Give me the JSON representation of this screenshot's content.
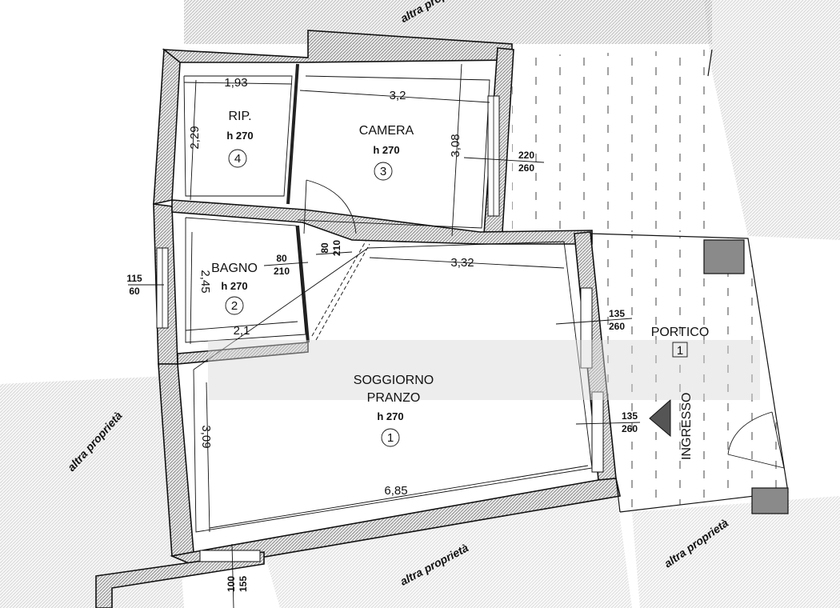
{
  "rooms": [
    {
      "name": "RIP.",
      "height": "h 270",
      "number": "4"
    },
    {
      "name": "CAMERA",
      "height": "h 270",
      "number": "3"
    },
    {
      "name": "BAGNO",
      "height": "h 270",
      "number": "2"
    },
    {
      "name_line1": "SOGGIORNO",
      "name_line2": "PRANZO",
      "height": "h 270",
      "number": "1"
    },
    {
      "name": "PORTICO",
      "number": "1"
    }
  ],
  "entrance_label": "INGRESSO",
  "dimensions": {
    "rip_width": "1,93",
    "rip_depth": "2,29",
    "camera_width": "3,2",
    "camera_depth": "3,08",
    "bagno_depth": "2,45",
    "bagno_width": "2,1",
    "soggiorno_width_top": "3,32",
    "soggiorno_depth": "3,09",
    "soggiorno_width_bottom": "6,85"
  },
  "openings": {
    "camera_window": {
      "w": "220",
      "h": "260"
    },
    "bagno_window": {
      "w": "115",
      "h": "60"
    },
    "bagno_door": {
      "w": "80",
      "h": "210"
    },
    "camera_door": {
      "w": "80",
      "h": "210"
    },
    "soggiorno_window_upper": {
      "w": "135",
      "h": "260"
    },
    "soggiorno_window_lower": {
      "w": "135",
      "h": "260"
    },
    "bottom_window": {
      "w": "100",
      "h": "155"
    }
  },
  "outside_labels": [
    "altra proprietà",
    "altra proprietà",
    "altra proprietà",
    "altra proprietà"
  ]
}
